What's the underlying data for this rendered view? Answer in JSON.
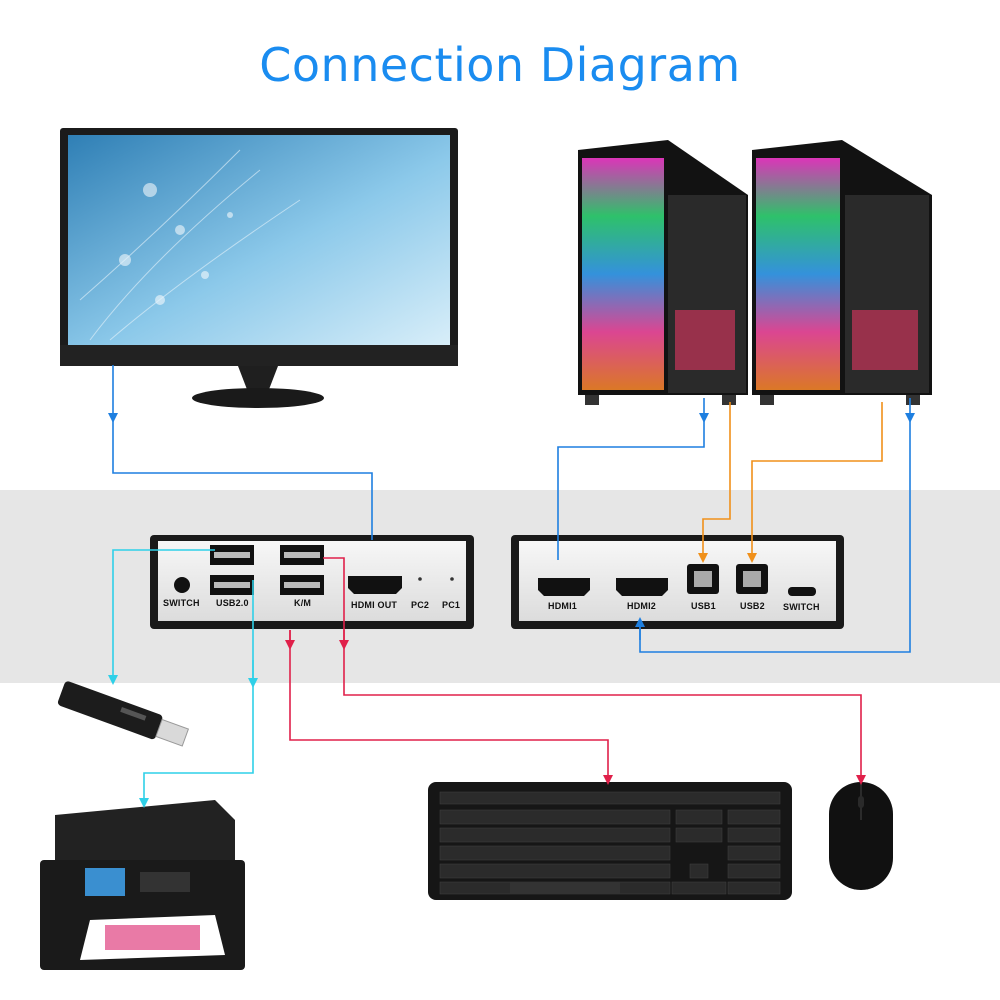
{
  "title": "Connection Diagram",
  "front_panel": {
    "switch_label": "SWITCH",
    "usb20_label": "USB2.0",
    "km_label": "K/M",
    "hdmi_out_label": "HDMI OUT",
    "pc2_label": "PC2",
    "pc1_label": "PC1"
  },
  "back_panel": {
    "hdmi1_label": "HDMI1",
    "hdmi2_label": "HDMI2",
    "usb1_label": "USB1",
    "usb2_label": "USB2",
    "switch_label": "SWITCH"
  },
  "colors": {
    "title": "#1a8cf0",
    "hdmi_line": "#1e7fe0",
    "usb_pc_line": "#f0901a",
    "usb20_line": "#2fd0e8",
    "km_line": "#e0204a",
    "band": "#e6e6e6"
  },
  "devices": {
    "monitor": "monitor-icon",
    "pc": "pc-tower-icon",
    "usb_dongle": "usb-drive-icon",
    "printer": "printer-icon",
    "keyboard": "keyboard-icon",
    "mouse": "mouse-icon"
  }
}
